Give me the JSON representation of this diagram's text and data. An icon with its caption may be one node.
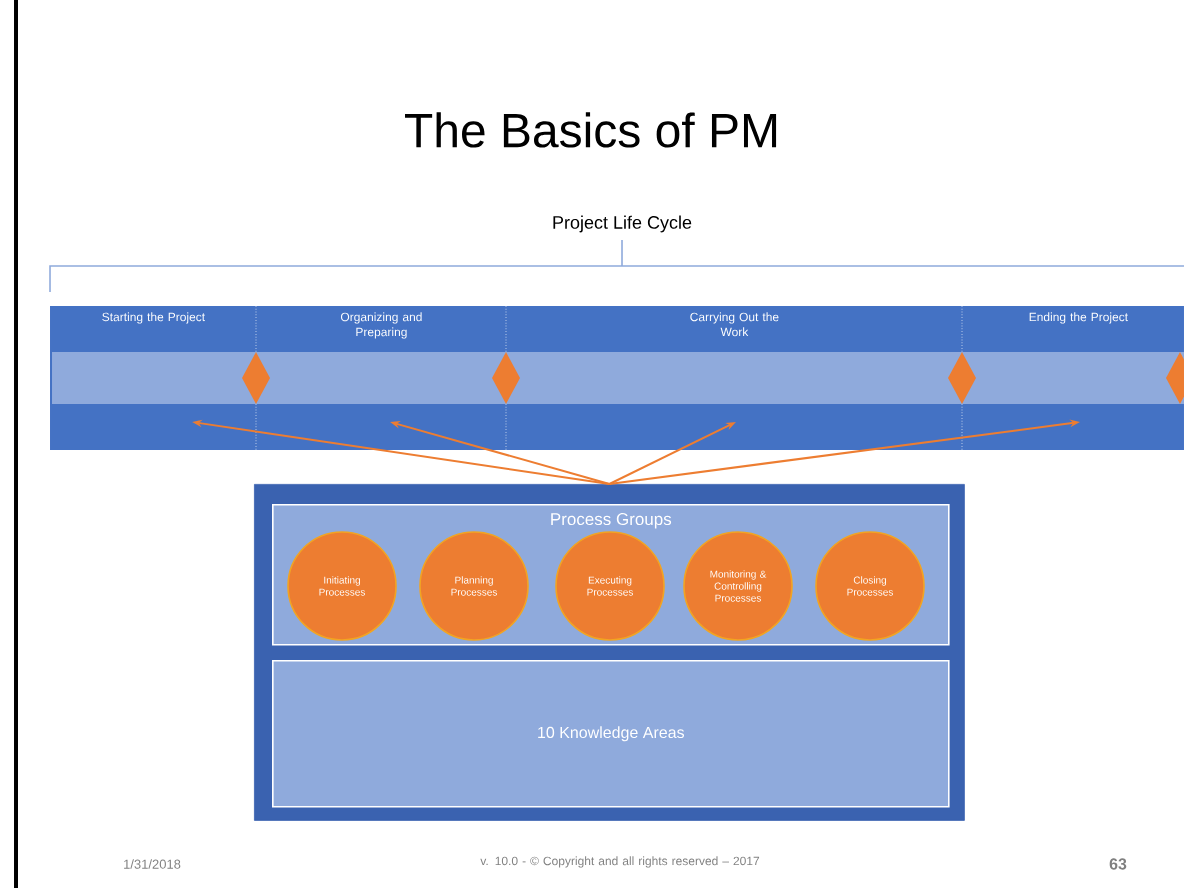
{
  "diagram": {
    "title": "The Basics of PM",
    "nodes": [
      {
        "text": [
          "Starting the Project"
        ]
      },
      {
        "text": [
          "Organizing and Preparing"
        ]
      },
      {
        "text": [
          "Carrying Out the Work"
        ]
      },
      {
        "text": [
          "Ending the Project"
        ]
      },
      {
        "text": [],
        "shape": "box"
      },
      {
        "text": [
          "Process Groups"
        ],
        "in": 4
      },
      {
        "text": [
          "Initiating Processes"
        ],
        "in": 5
      },
      {
        "text": [
          "Planning Processes"
        ],
        "in": 5
      },
      {
        "text": [
          "Executing Processes"
        ],
        "in": 5
      },
      {
        "text": [
          "Monitoring & Controlling Processes"
        ],
        "in": 5
      },
      {
        "text": [
          "Closing Processes"
        ],
        "in": 5
      },
      {
        "text": [
          "10 Knowledge Areas"
        ],
        "in": 4
      }
    ],
    "edges": [
      {
        "from": 4,
        "to": 0,
        "arrow": "to"
      },
      {
        "from": 4,
        "to": 1,
        "arrow": "to"
      },
      {
        "from": 4,
        "to": 2,
        "arrow": "to"
      },
      {
        "from": 4,
        "to": 3,
        "arrow": "to"
      }
    ],
    "labels": [
      "Project Life Cycle",
      "1/31/2018",
      "v. 10.0 - © Copyright and all rights reserved – 2017",
      "63"
    ]
  }
}
